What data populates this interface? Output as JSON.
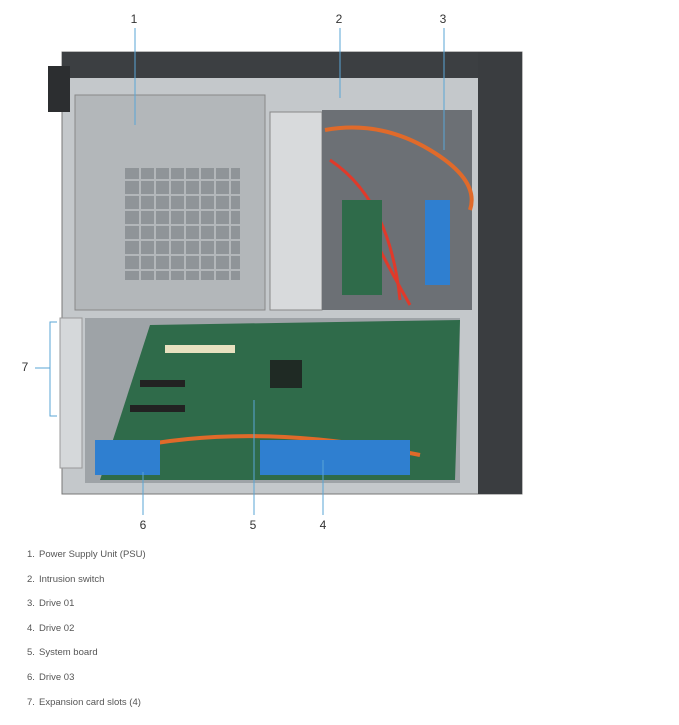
{
  "callouts": [
    "1",
    "2",
    "3",
    "4",
    "5",
    "6",
    "7"
  ],
  "legend": [
    {
      "num": "1.",
      "label": "Power Supply Unit (PSU)"
    },
    {
      "num": "2.",
      "label": "Intrusion switch"
    },
    {
      "num": "3.",
      "label": "Drive 01"
    },
    {
      "num": "4.",
      "label": "Drive 02"
    },
    {
      "num": "5.",
      "label": "System board"
    },
    {
      "num": "6.",
      "label": "Drive 03"
    },
    {
      "num": "7.",
      "label": "Expansion card slots (4)"
    }
  ],
  "colors": {
    "leader": "#5aa6d6",
    "chassis": "#b8bcbf",
    "front_panel": "#3a3d40",
    "board": "#2f6b4a",
    "drive_caddy": "#2f7fd0"
  }
}
